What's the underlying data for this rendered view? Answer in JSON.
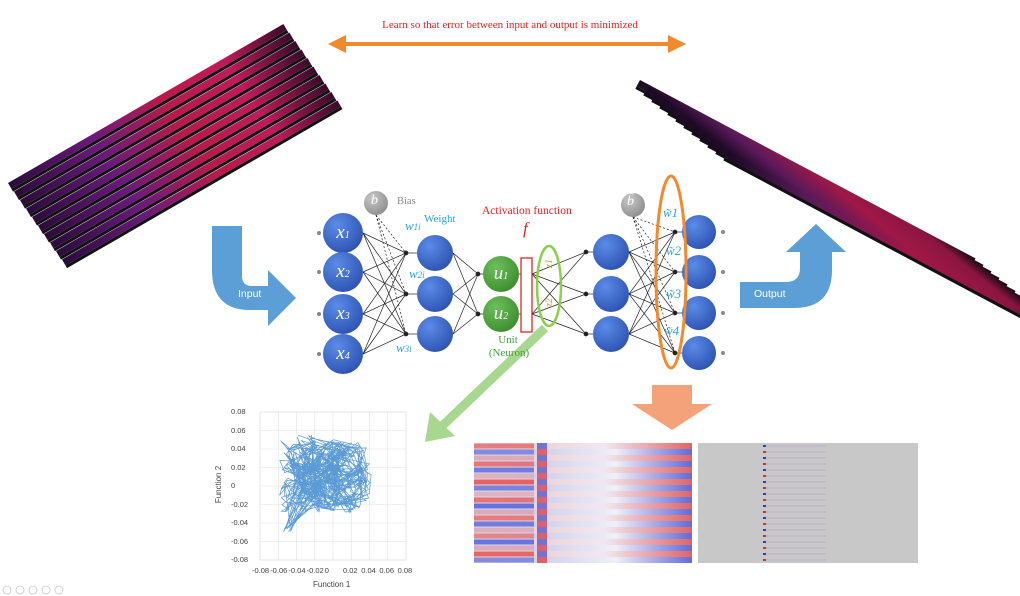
{
  "banner": {
    "text": "Learn so that error between input and output is minimized"
  },
  "labels": {
    "bias": "Bias",
    "weight": "Weight",
    "activation": "Activation function",
    "f_symbol": "f",
    "unit": "Unit",
    "neuron": "(Neuron)",
    "input": "Input",
    "output": "Output",
    "b": "b",
    "b_tilde": "b̃"
  },
  "network": {
    "input_nodes": [
      {
        "sym": "x",
        "sub": "1"
      },
      {
        "sym": "x",
        "sub": "2"
      },
      {
        "sym": "x",
        "sub": "3"
      },
      {
        "sym": "x",
        "sub": "4"
      }
    ],
    "code_nodes": [
      {
        "sym": "u",
        "sub": "1"
      },
      {
        "sym": "u",
        "sub": "2"
      }
    ],
    "weights_in": [
      {
        "sym": "w",
        "sub": "1i"
      },
      {
        "sym": "w",
        "sub": "2i"
      },
      {
        "sym": "w",
        "sub": "3i"
      }
    ],
    "weights_out": [
      "w̃1",
      "w̃2",
      "w̃3",
      "w̃4"
    ],
    "z_labels": [
      "z1",
      "z2"
    ]
  },
  "colors": {
    "node_blue": "#2f5fc4",
    "node_green": "#4a9b3a",
    "arrow_orange": "#f08a2c",
    "arrow_blue": "#5b9fd6",
    "banner_red": "#e02424",
    "weight_cyan": "#2aa3d6",
    "ellipse_green": "#8ad04a"
  },
  "chart_data": {
    "type": "scatter",
    "xlabel": "Function 1",
    "ylabel": "Function 2",
    "xlim": [
      -0.08,
      0.08
    ],
    "ylim": [
      -0.08,
      0.08
    ],
    "xticks": [
      "-0.08",
      "-0.06",
      "-0.04",
      "-0.02",
      "0",
      "0.02",
      "0.04",
      "0.06",
      "0.08"
    ],
    "yticks": [
      "0.08",
      "0.06",
      "0.04",
      "0.02",
      "0",
      "-0.02",
      "-0.04",
      "-0.06",
      "-0.08"
    ],
    "grid": true,
    "series_color": "#5b9bd5"
  }
}
